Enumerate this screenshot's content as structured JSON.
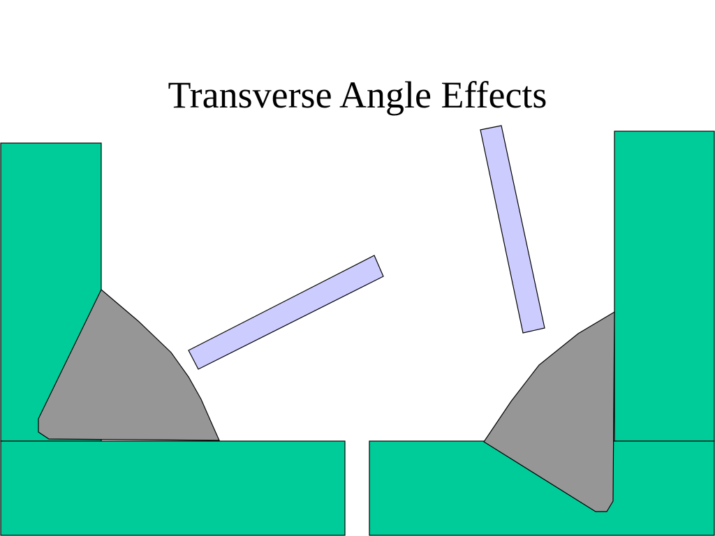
{
  "slide": {
    "title": "Transverse Angle Effects"
  },
  "colors": {
    "plate_fill": "#00cc99",
    "weld_fill": "#969696",
    "electrode_fill": "#ccccff",
    "outline": "#000000",
    "background": "#ffffff"
  },
  "diagram": {
    "left_joint": {
      "vertical_plate": "green-plate",
      "base_plate": "green-plate",
      "weld_bead": "gray-weld",
      "electrode": "blue-electrode"
    },
    "right_joint": {
      "vertical_plate": "green-plate",
      "base_plate": "green-plate",
      "weld_bead": "gray-weld",
      "electrode": "blue-electrode"
    }
  }
}
